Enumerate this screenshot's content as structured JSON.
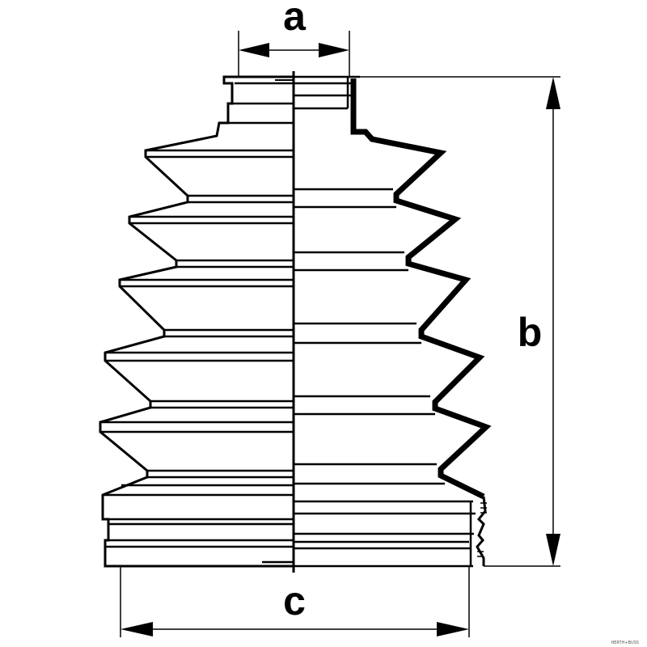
{
  "dimensions": {
    "a": "a",
    "b": "b",
    "c": "c"
  },
  "watermark": "HERTH+BUSS",
  "colors": {
    "ink": "#000000",
    "paper": "#ffffff"
  }
}
